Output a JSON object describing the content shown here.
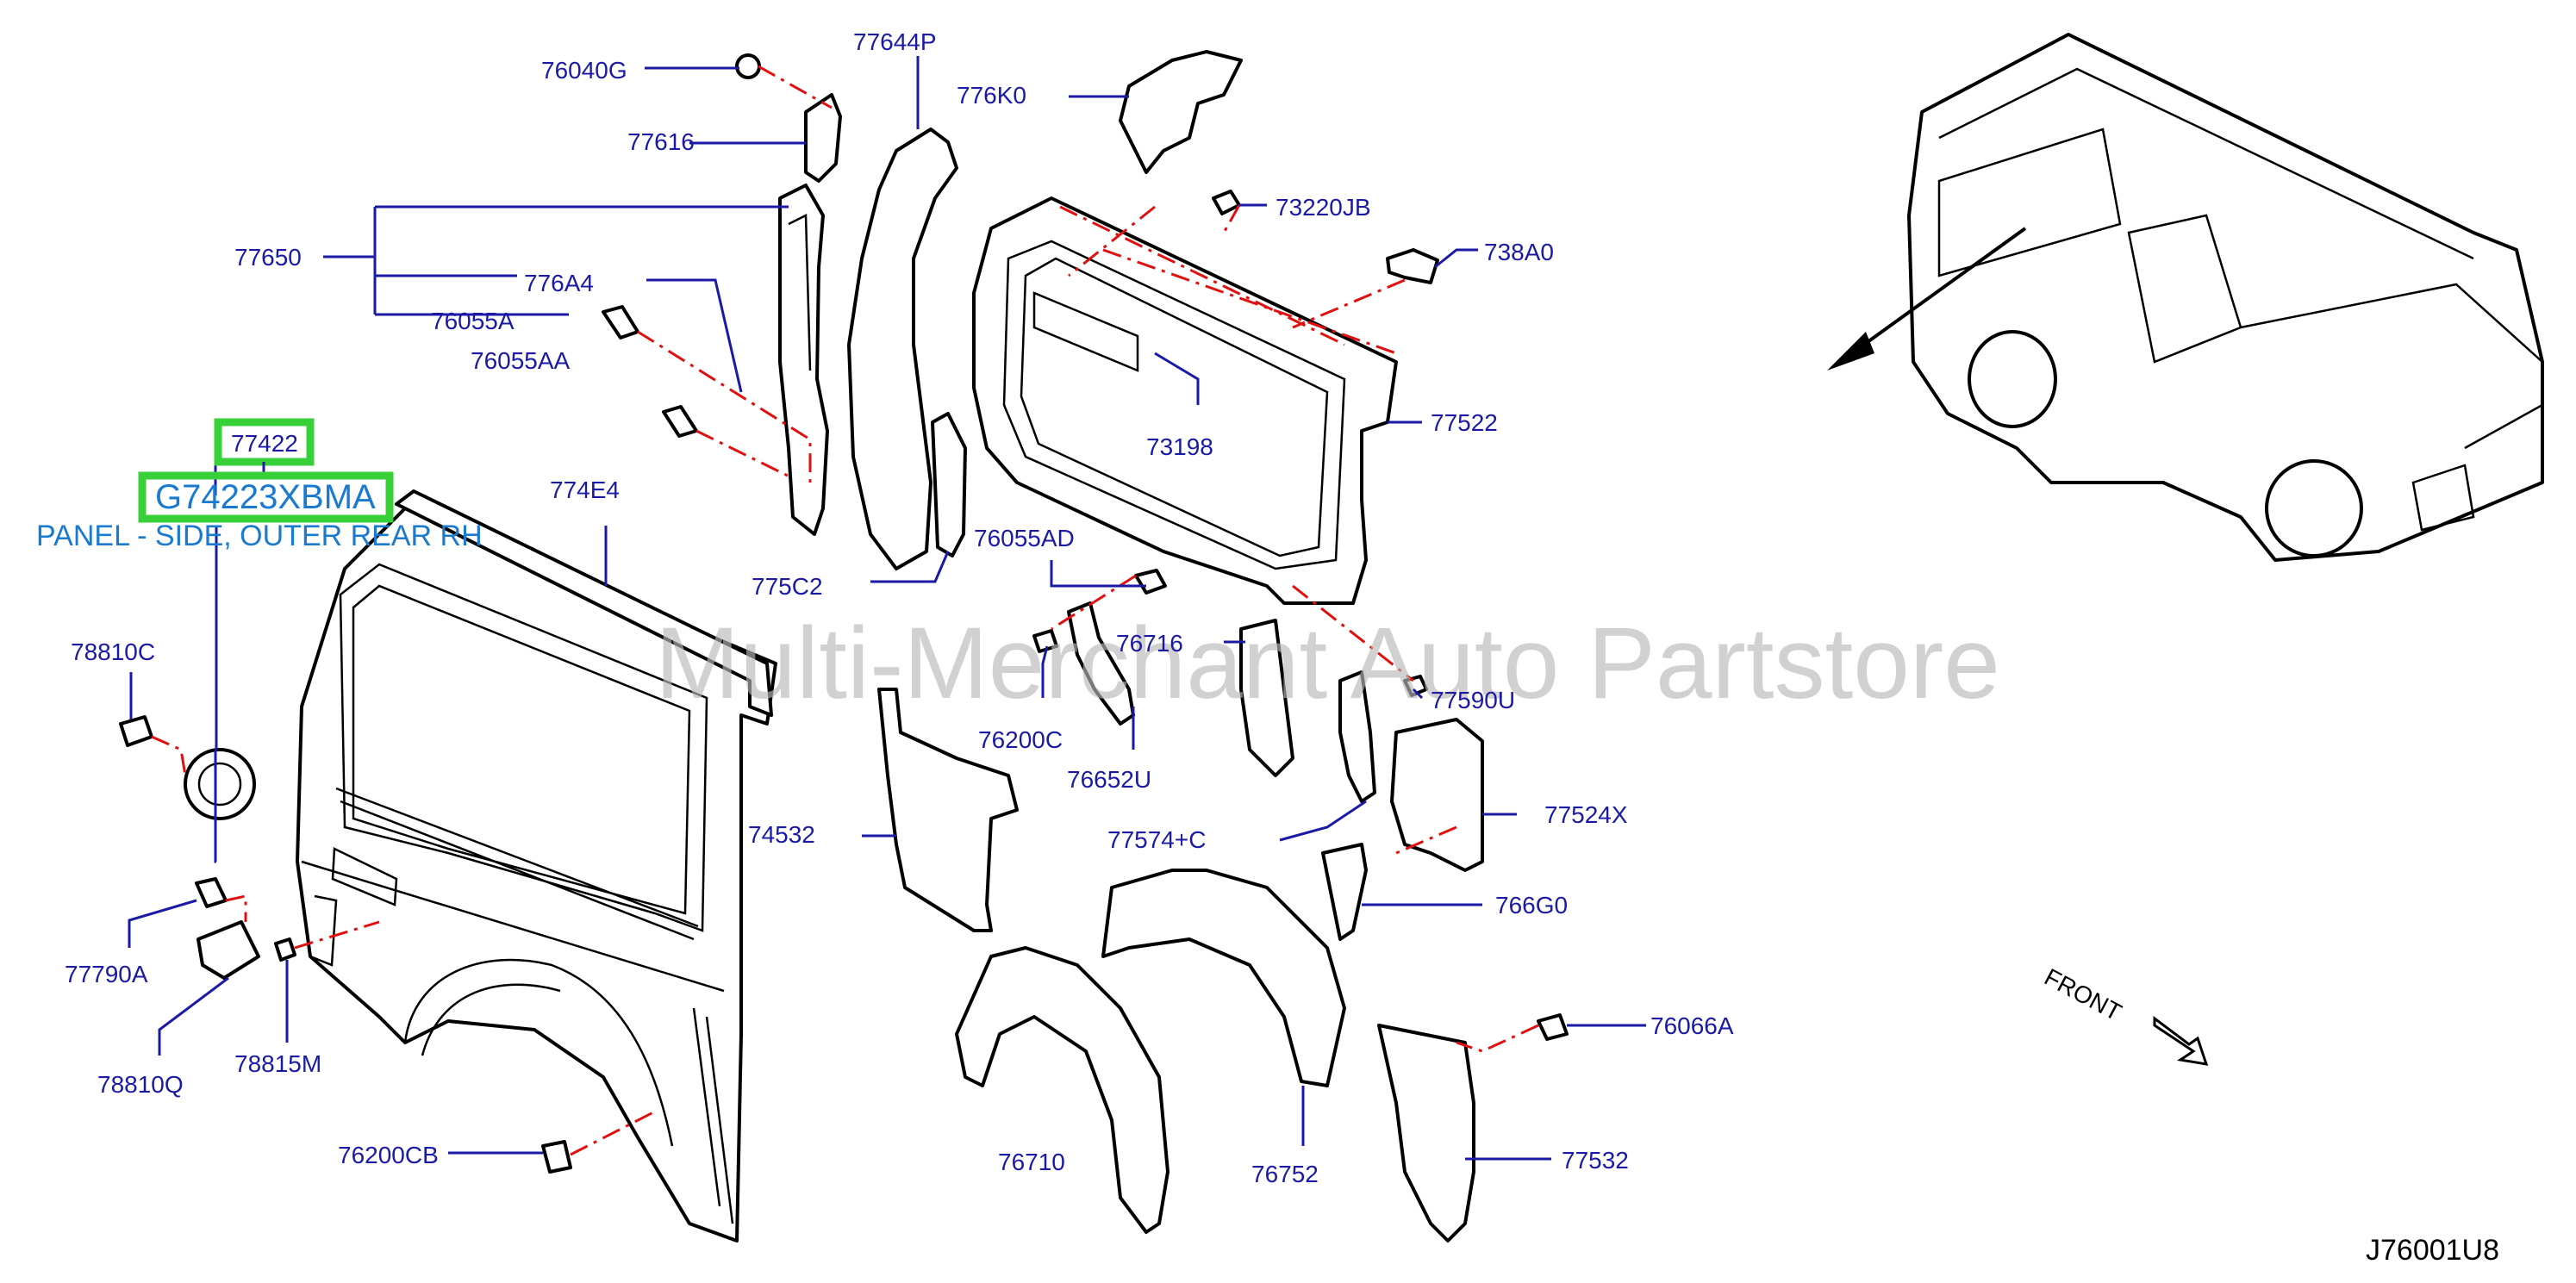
{
  "watermark": "Multi-Merchant Auto Partstore",
  "diagram_code": "J76001U8",
  "front_label": "FRONT",
  "highlight": {
    "callout": "77422",
    "part_number": "G74223XBMA",
    "description": "PANEL - SIDE, OUTER REAR RH"
  },
  "labels": {
    "p76040G": "76040G",
    "p77644P": "77644P",
    "p776K0": "776K0",
    "p77616": "77616",
    "p77650": "77650",
    "p776A4": "776A4",
    "p76055A": "76055A",
    "p76055AA": "76055AA",
    "p73220JB": "73220JB",
    "p738A0": "738A0",
    "p73198": "73198",
    "p77522": "77522",
    "p774E4": "774E4",
    "p775C2": "775C2",
    "p76055AD": "76055AD",
    "p78810C": "78810C",
    "p76716": "76716",
    "p77590U": "77590U",
    "p76200C": "76200C",
    "p76652U": "76652U",
    "p74532": "74532",
    "p77574C": "77574+C",
    "p77524X": "77524X",
    "p766G0": "766G0",
    "p77790A": "77790A",
    "p78810Q": "78810Q",
    "p78815M": "78815M",
    "p76066A": "76066A",
    "p76200CB": "76200CB",
    "p76710": "76710",
    "p76752": "76752",
    "p77532": "77532"
  },
  "colors": {
    "label": "#1a1aa6",
    "highlight_border": "#38d038",
    "highlight_text": "#1a7ad0",
    "leader_dash": "#e01010",
    "watermark": "#b8b8b8"
  }
}
